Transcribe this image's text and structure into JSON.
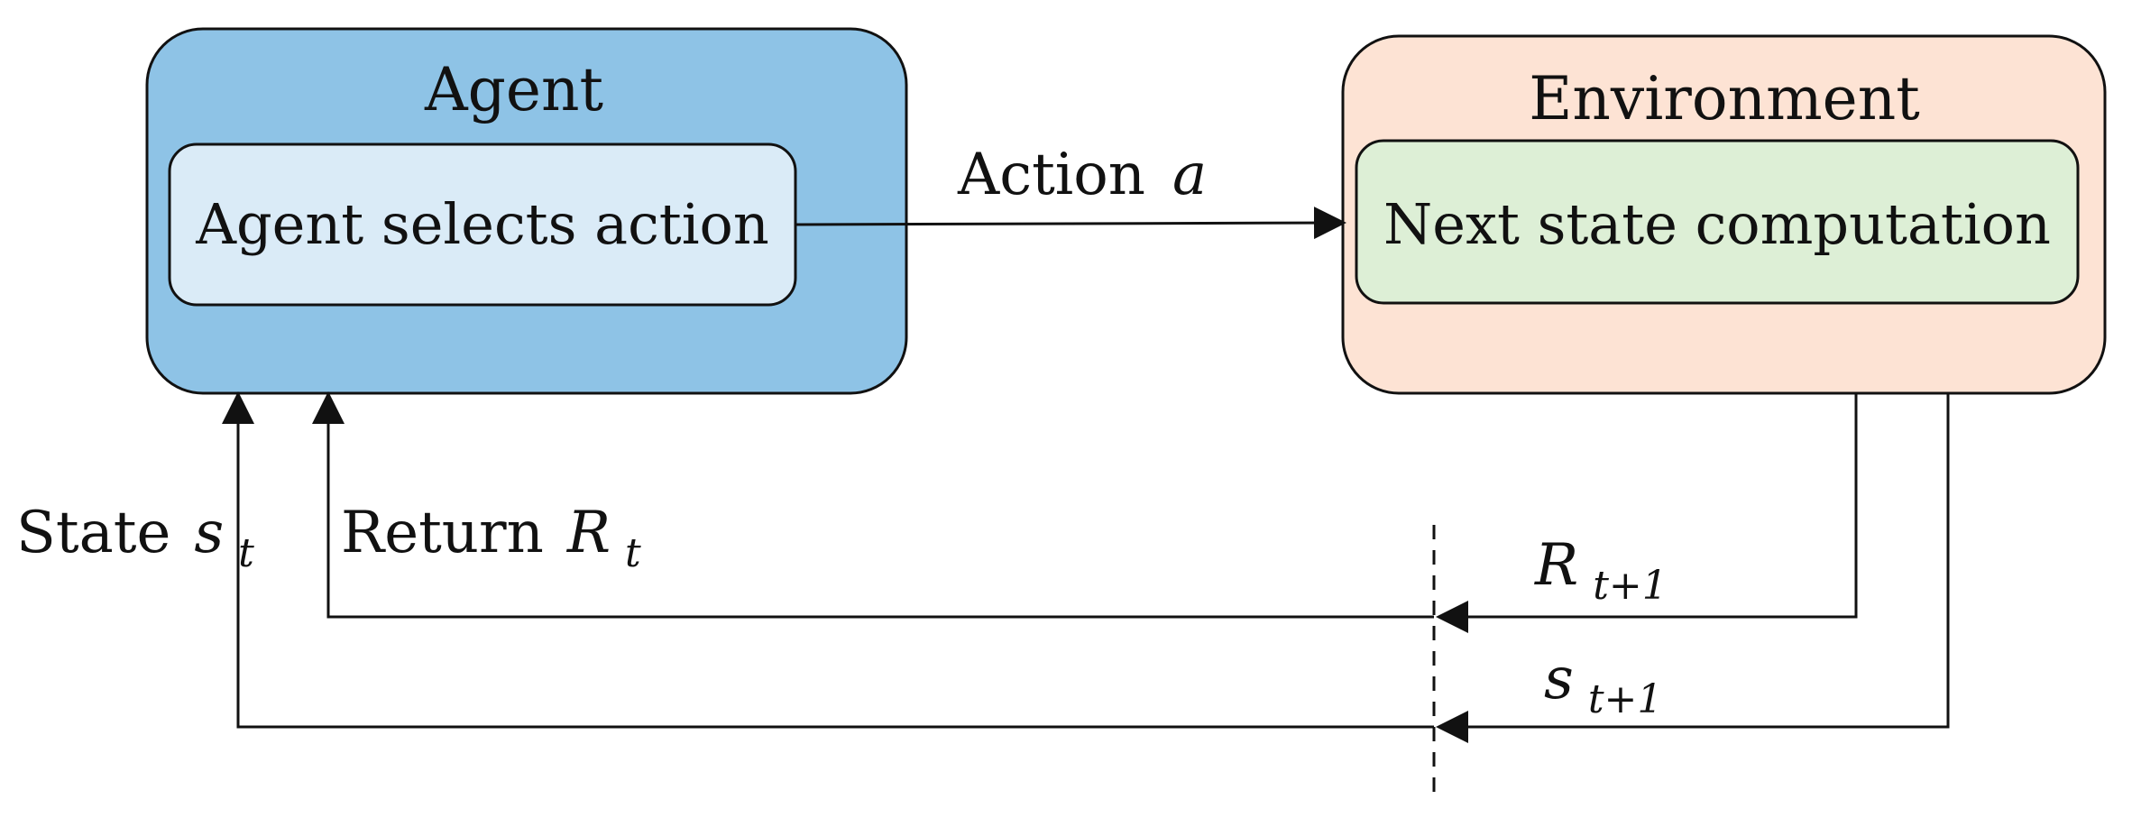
{
  "agent": {
    "title": "Agent",
    "inner_label": "Agent selects action",
    "outer_fill": "#8EC3E6",
    "inner_fill": "#DAEBF7"
  },
  "environment": {
    "title": "Environment",
    "inner_label": "Next state computation",
    "outer_fill": "#FDE3D4",
    "inner_fill": "#DDEFD6"
  },
  "edges": {
    "action": {
      "text": "Action",
      "symbol": "a"
    },
    "state": {
      "text": "State",
      "symbol": "s",
      "subscript": "t"
    },
    "return": {
      "text": "Return",
      "symbol": "R",
      "subscript": "t"
    },
    "next_return": {
      "symbol": "R",
      "subscript": "t+1"
    },
    "next_state": {
      "symbol": "s",
      "subscript": "t+1"
    }
  },
  "stroke_color": "#111111"
}
